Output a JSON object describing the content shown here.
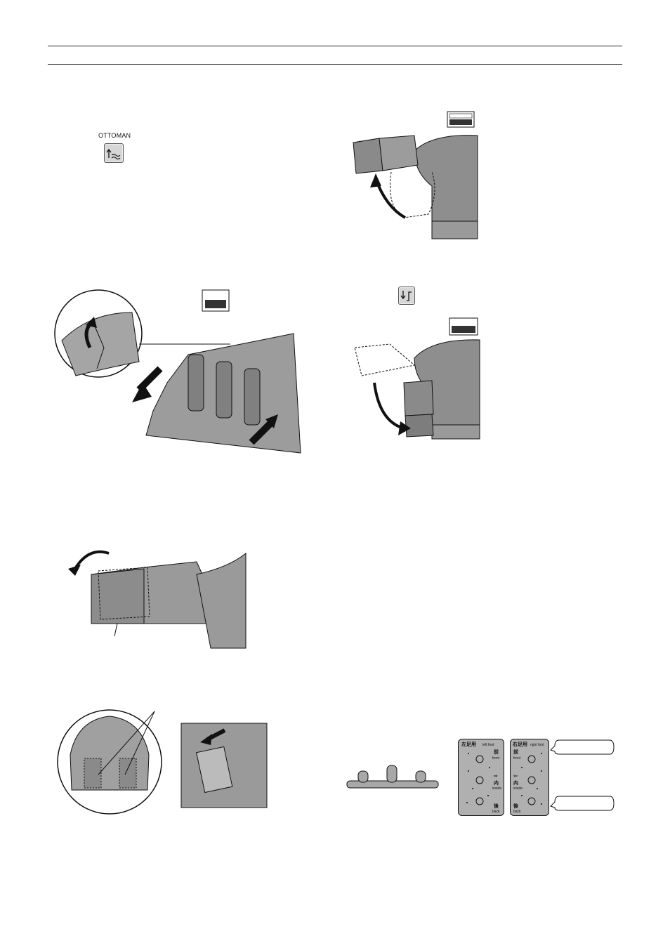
{
  "page": {
    "ottoman_button_label": "OTTOMAN"
  },
  "foot_plates": {
    "left_plate": {
      "title_jp": "左足用",
      "title_en": "left foot",
      "front_jp": "前",
      "front_en": "front",
      "inside_jp": "内",
      "inside_en": "inside",
      "back_jp": "後",
      "back_en": "back"
    },
    "right_plate": {
      "title_jp": "右足用",
      "title_en": "right foot",
      "front_jp": "前",
      "front_en": "front",
      "inside_jp": "内",
      "inside_en": "inside",
      "back_jp": "後",
      "back_en": "back"
    }
  },
  "icons": {
    "ottoman_up": "ottoman-raise-icon",
    "ottoman_down": "ottoman-lower-icon"
  },
  "colors": {
    "chair_fill": "#9a9a9a",
    "chair_dark": "#6e6e6e",
    "line": "#111111"
  }
}
